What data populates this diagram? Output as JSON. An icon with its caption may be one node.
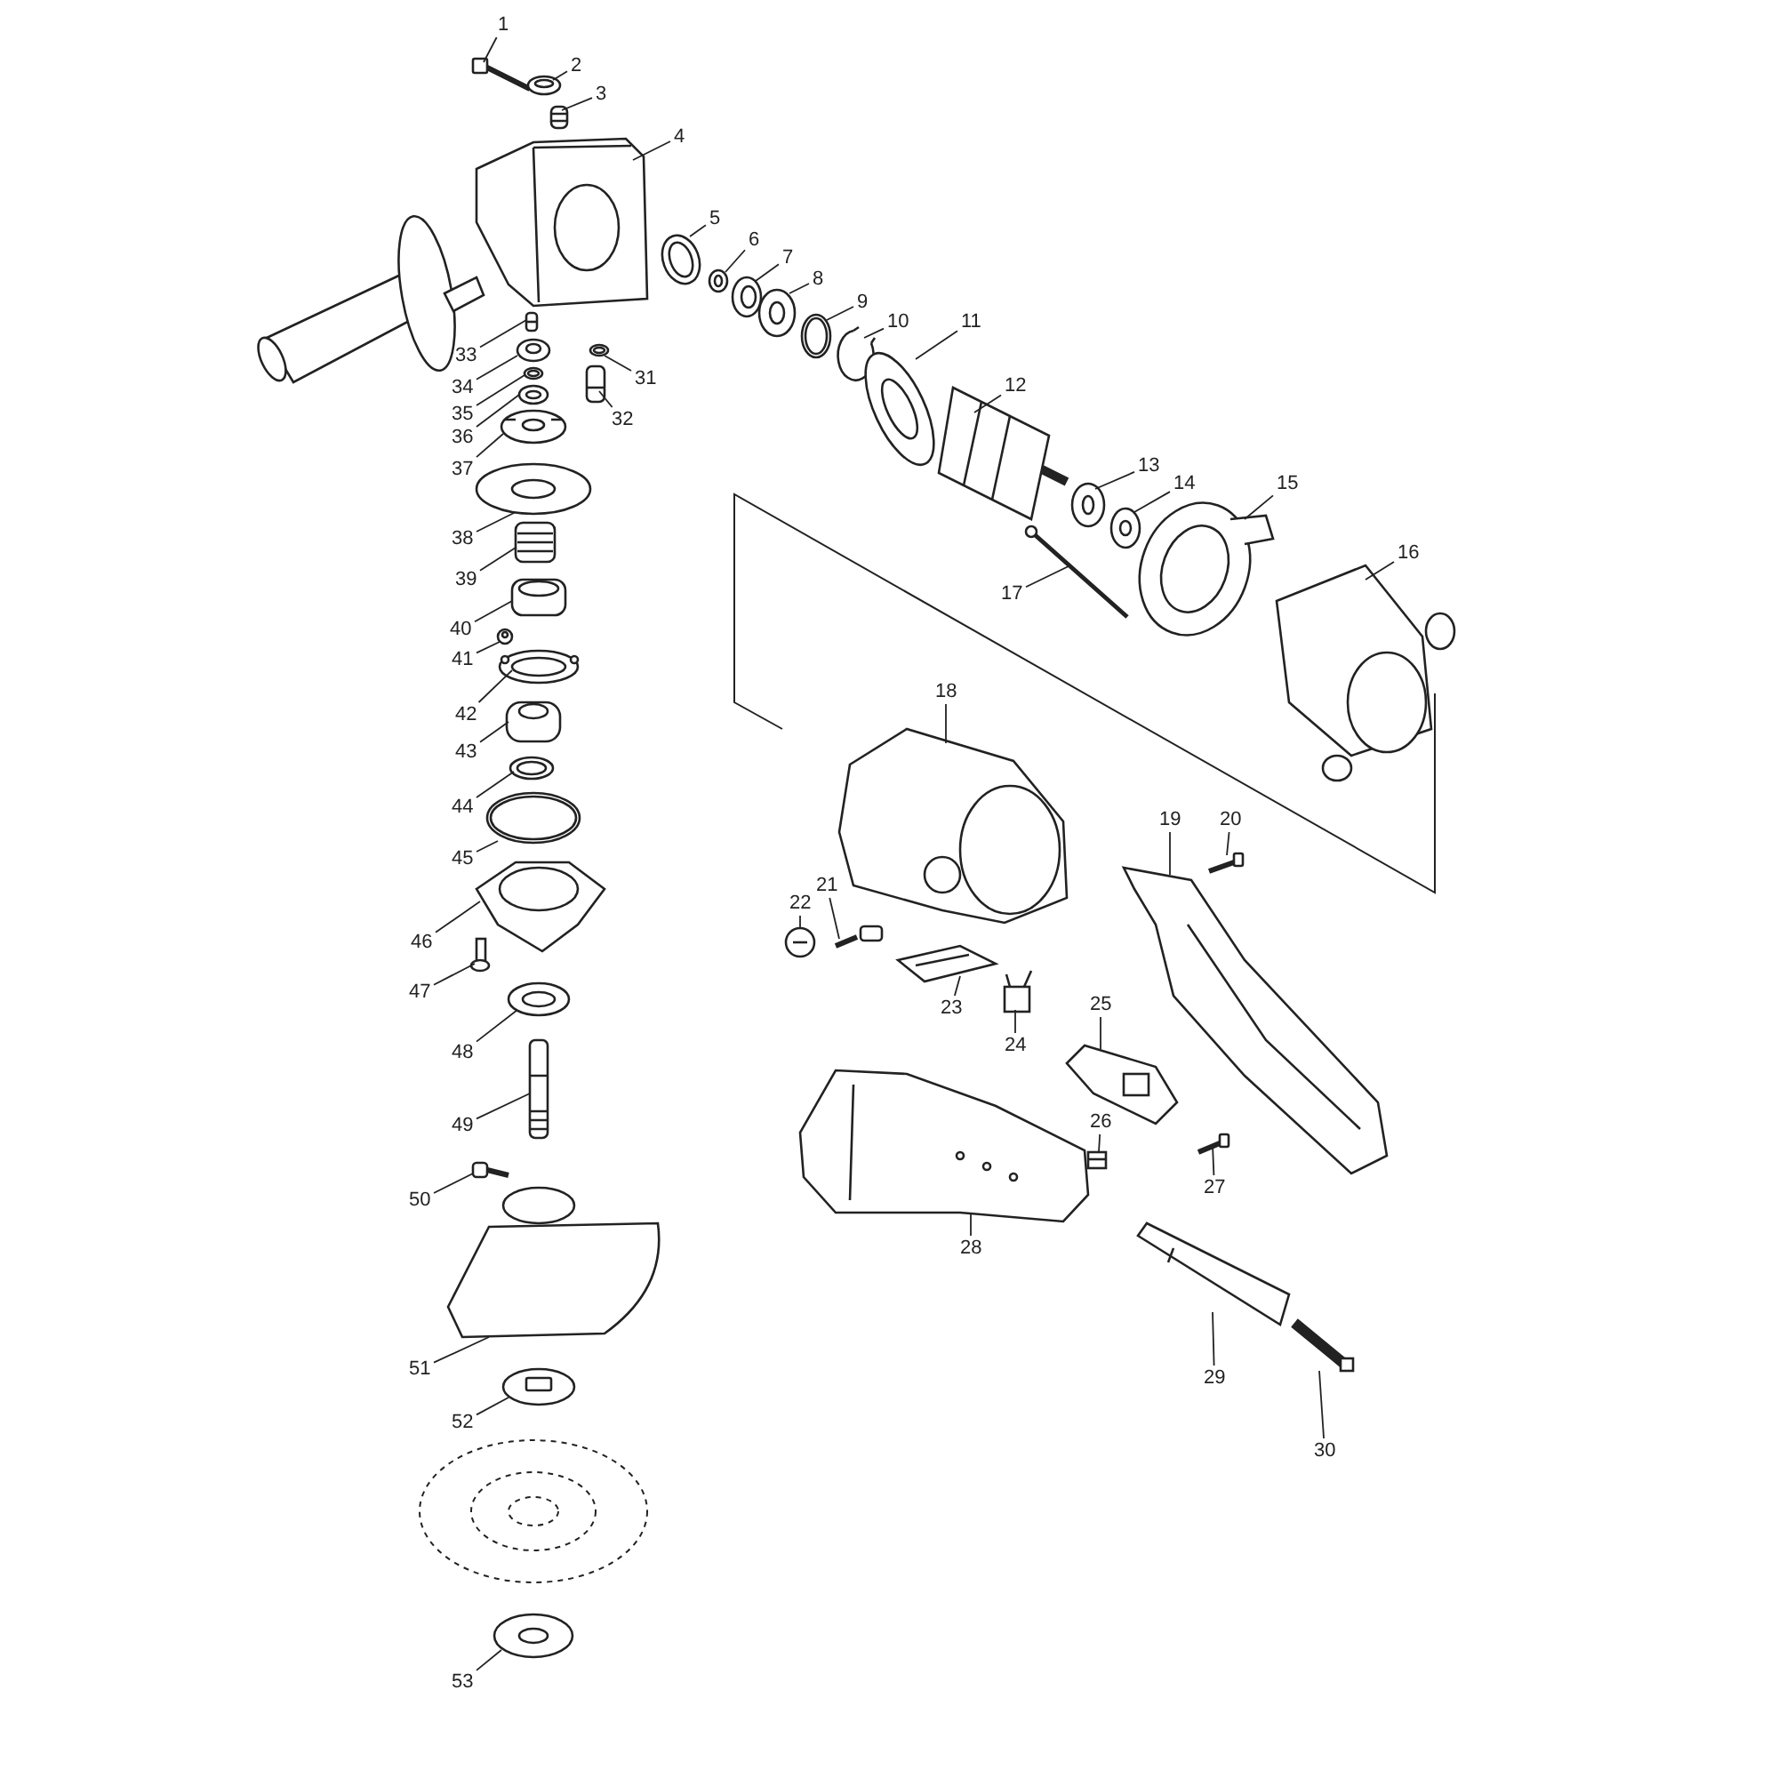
{
  "diagram": {
    "nodes": [
      {
        "text": [
          "1"
        ]
      },
      {
        "text": [
          "2"
        ]
      },
      {
        "text": [
          "3"
        ]
      },
      {
        "text": [
          "4"
        ]
      },
      {
        "text": [
          "5"
        ]
      },
      {
        "text": [
          "6"
        ]
      },
      {
        "text": [
          "7"
        ]
      },
      {
        "text": [
          "8"
        ]
      },
      {
        "text": [
          "9"
        ]
      },
      {
        "text": [
          "10"
        ]
      },
      {
        "text": [
          "11"
        ]
      },
      {
        "text": [
          "12"
        ]
      },
      {
        "text": [
          "13"
        ]
      },
      {
        "text": [
          "14"
        ]
      },
      {
        "text": [
          "15"
        ]
      },
      {
        "text": [
          "16"
        ]
      },
      {
        "text": [
          "17"
        ]
      },
      {
        "text": [
          "18"
        ]
      },
      {
        "text": [
          "19"
        ]
      },
      {
        "text": [
          "20"
        ]
      },
      {
        "text": [
          "21"
        ]
      },
      {
        "text": [
          "22"
        ]
      },
      {
        "text": [
          "23"
        ]
      },
      {
        "text": [
          "24"
        ]
      },
      {
        "text": [
          "25"
        ]
      },
      {
        "text": [
          "26"
        ]
      },
      {
        "text": [
          "27"
        ]
      },
      {
        "text": [
          "28"
        ]
      },
      {
        "text": [
          "29"
        ]
      },
      {
        "text": [
          "30"
        ]
      },
      {
        "text": [
          "31"
        ]
      },
      {
        "text": [
          "32"
        ]
      },
      {
        "text": [
          "33"
        ]
      },
      {
        "text": [
          "34"
        ]
      },
      {
        "text": [
          "35"
        ]
      },
      {
        "text": [
          "36"
        ]
      },
      {
        "text": [
          "37"
        ]
      },
      {
        "text": [
          "38"
        ]
      },
      {
        "text": [
          "39"
        ]
      },
      {
        "text": [
          "40"
        ]
      },
      {
        "text": [
          "41"
        ]
      },
      {
        "text": [
          "42"
        ]
      },
      {
        "text": [
          "43"
        ]
      },
      {
        "text": [
          "44"
        ]
      },
      {
        "text": [
          "45"
        ]
      },
      {
        "text": [
          "46"
        ]
      },
      {
        "text": [
          "47"
        ]
      },
      {
        "text": [
          "48"
        ]
      },
      {
        "text": [
          "49"
        ]
      },
      {
        "text": [
          "50"
        ]
      },
      {
        "text": [
          "51"
        ]
      },
      {
        "text": [
          "52"
        ]
      },
      {
        "text": [
          "53"
        ]
      },
      {
        "text": [],
        "shape": "picture"
      },
      {
        "text": [],
        "shape": "picture"
      },
      {
        "text": [],
        "shape": "picture"
      },
      {
        "text": [],
        "shape": "picture"
      },
      {
        "text": [],
        "shape": "picture"
      },
      {
        "text": [],
        "shape": "picture"
      },
      {
        "text": [],
        "shape": "picture"
      },
      {
        "text": [],
        "shape": "picture"
      },
      {
        "text": [],
        "shape": "picture"
      },
      {
        "text": [],
        "shape": "picture"
      },
      {
        "text": [],
        "shape": "picture"
      },
      {
        "text": [],
        "shape": "picture"
      },
      {
        "text": [],
        "shape": "picture"
      },
      {
        "text": [],
        "shape": "picture"
      },
      {
        "text": [],
        "shape": "picture"
      },
      {
        "text": [],
        "shape": "picture"
      },
      {
        "text": [],
        "shape": "picture"
      },
      {
        "text": [],
        "shape": "picture"
      },
      {
        "text": [],
        "shape": "picture"
      },
      {
        "text": [],
        "shape": "picture"
      },
      {
        "text": [],
        "shape": "picture"
      },
      {
        "text": [],
        "shape": "picture"
      },
      {
        "text": [],
        "shape": "picture"
      },
      {
        "text": [],
        "shape": "picture"
      },
      {
        "text": [],
        "shape": "picture"
      },
      {
        "text": [],
        "shape": "picture"
      },
      {
        "text": [],
        "shape": "picture"
      },
      {
        "text": [],
        "shape": "picture"
      },
      {
        "text": [],
        "shape": "picture"
      },
      {
        "text": [],
        "shape": "picture"
      },
      {
        "text": [],
        "shape": "picture"
      },
      {
        "text": [],
        "shape": "picture"
      },
      {
        "text": [],
        "shape": "picture"
      },
      {
        "text": [],
        "shape": "picture"
      },
      {
        "text": [],
        "shape": "picture"
      },
      {
        "text": [],
        "shape": "picture"
      },
      {
        "text": [],
        "shape": "picture"
      },
      {
        "text": [],
        "shape": "picture"
      },
      {
        "text": [],
        "shape": "picture"
      },
      {
        "text": [],
        "shape": "picture"
      },
      {
        "text": [],
        "shape": "picture"
      },
      {
        "text": [],
        "shape": "picture"
      },
      {
        "text": [],
        "shape": "picture"
      },
      {
        "text": [],
        "shape": "picture"
      },
      {
        "text": [],
        "shape": "picture"
      },
      {
        "text": [],
        "shape": "picture"
      },
      {
        "text": [],
        "shape": "picture"
      },
      {
        "text": [],
        "shape": "picture"
      },
      {
        "text": [],
        "shape": "picture"
      },
      {
        "text": [],
        "shape": "picture"
      },
      {
        "text": [],
        "shape": "picture"
      },
      {
        "text": [],
        "shape": "picture"
      },
      {
        "text": [],
        "shape": "picture"
      }
    ],
    "edges": [
      {
        "from": 0,
        "to": 53,
        "arrow": "none"
      },
      {
        "from": 1,
        "to": 54,
        "arrow": "none"
      },
      {
        "from": 2,
        "to": 55,
        "arrow": "none"
      },
      {
        "from": 3,
        "to": 56,
        "arrow": "none"
      },
      {
        "from": 4,
        "to": 57,
        "arrow": "none"
      },
      {
        "from": 5,
        "to": 58,
        "arrow": "none"
      },
      {
        "from": 6,
        "to": 59,
        "arrow": "none"
      },
      {
        "from": 7,
        "to": 60,
        "arrow": "none"
      },
      {
        "from": 8,
        "to": 61,
        "arrow": "none"
      },
      {
        "from": 9,
        "to": 62,
        "arrow": "none"
      },
      {
        "from": 10,
        "to": 63,
        "arrow": "none"
      },
      {
        "from": 11,
        "to": 64,
        "arrow": "none"
      },
      {
        "from": 12,
        "to": 65,
        "arrow": "none"
      },
      {
        "from": 13,
        "to": 66,
        "arrow": "none"
      },
      {
        "from": 14,
        "to": 67,
        "arrow": "none"
      },
      {
        "from": 15,
        "to": 68,
        "arrow": "none"
      },
      {
        "from": 16,
        "to": 69,
        "arrow": "none"
      },
      {
        "from": 17,
        "to": 70,
        "arrow": "none"
      },
      {
        "from": 18,
        "to": 71,
        "arrow": "none"
      },
      {
        "from": 19,
        "to": 72,
        "arrow": "none"
      },
      {
        "from": 20,
        "to": 73,
        "arrow": "none"
      },
      {
        "from": 21,
        "to": 74,
        "arrow": "none"
      },
      {
        "from": 22,
        "to": 75,
        "arrow": "none"
      },
      {
        "from": 23,
        "to": 76,
        "arrow": "none"
      },
      {
        "from": 24,
        "to": 77,
        "arrow": "none"
      },
      {
        "from": 25,
        "to": 78,
        "arrow": "none"
      },
      {
        "from": 26,
        "to": 79,
        "arrow": "none"
      },
      {
        "from": 27,
        "to": 80,
        "arrow": "none"
      },
      {
        "from": 28,
        "to": 81,
        "arrow": "none"
      },
      {
        "from": 29,
        "to": 82,
        "arrow": "none"
      },
      {
        "from": 30,
        "to": 83,
        "arrow": "none"
      },
      {
        "from": 31,
        "to": 84,
        "arrow": "none"
      },
      {
        "from": 32,
        "to": 85,
        "arrow": "none"
      },
      {
        "from": 33,
        "to": 86,
        "arrow": "none"
      },
      {
        "from": 34,
        "to": 87,
        "arrow": "none"
      },
      {
        "from": 35,
        "to": 88,
        "arrow": "none"
      },
      {
        "from": 36,
        "to": 89,
        "arrow": "none"
      },
      {
        "from": 37,
        "to": 90,
        "arrow": "none"
      },
      {
        "from": 38,
        "to": 91,
        "arrow": "none"
      },
      {
        "from": 39,
        "to": 92,
        "arrow": "none"
      },
      {
        "from": 40,
        "to": 93,
        "arrow": "none"
      },
      {
        "from": 41,
        "to": 94,
        "arrow": "none"
      },
      {
        "from": 42,
        "to": 95,
        "arrow": "none"
      },
      {
        "from": 43,
        "to": 96,
        "arrow": "none"
      },
      {
        "from": 44,
        "to": 97,
        "arrow": "none"
      },
      {
        "from": 45,
        "to": 98,
        "arrow": "none"
      },
      {
        "from": 46,
        "to": 99,
        "arrow": "none"
      },
      {
        "from": 47,
        "to": 100,
        "arrow": "none"
      },
      {
        "from": 48,
        "to": 101,
        "arrow": "none"
      },
      {
        "from": 49,
        "to": 102,
        "arrow": "none"
      },
      {
        "from": 50,
        "to": 103,
        "arrow": "none"
      },
      {
        "from": 51,
        "to": 104,
        "arrow": "none"
      },
      {
        "from": 52,
        "to": 105,
        "arrow": "none"
      }
    ]
  }
}
